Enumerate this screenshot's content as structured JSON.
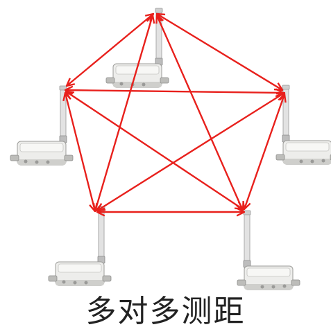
{
  "caption": "多对多测距",
  "colors": {
    "arrow": "#e8201c",
    "device_body": "#e8e8e6",
    "device_shadow": "#b9b9b6",
    "antenna": "#d8d8d8"
  },
  "diagram": {
    "node_count": 5,
    "connection": "bidirectional-arrows-between-every-pair"
  }
}
